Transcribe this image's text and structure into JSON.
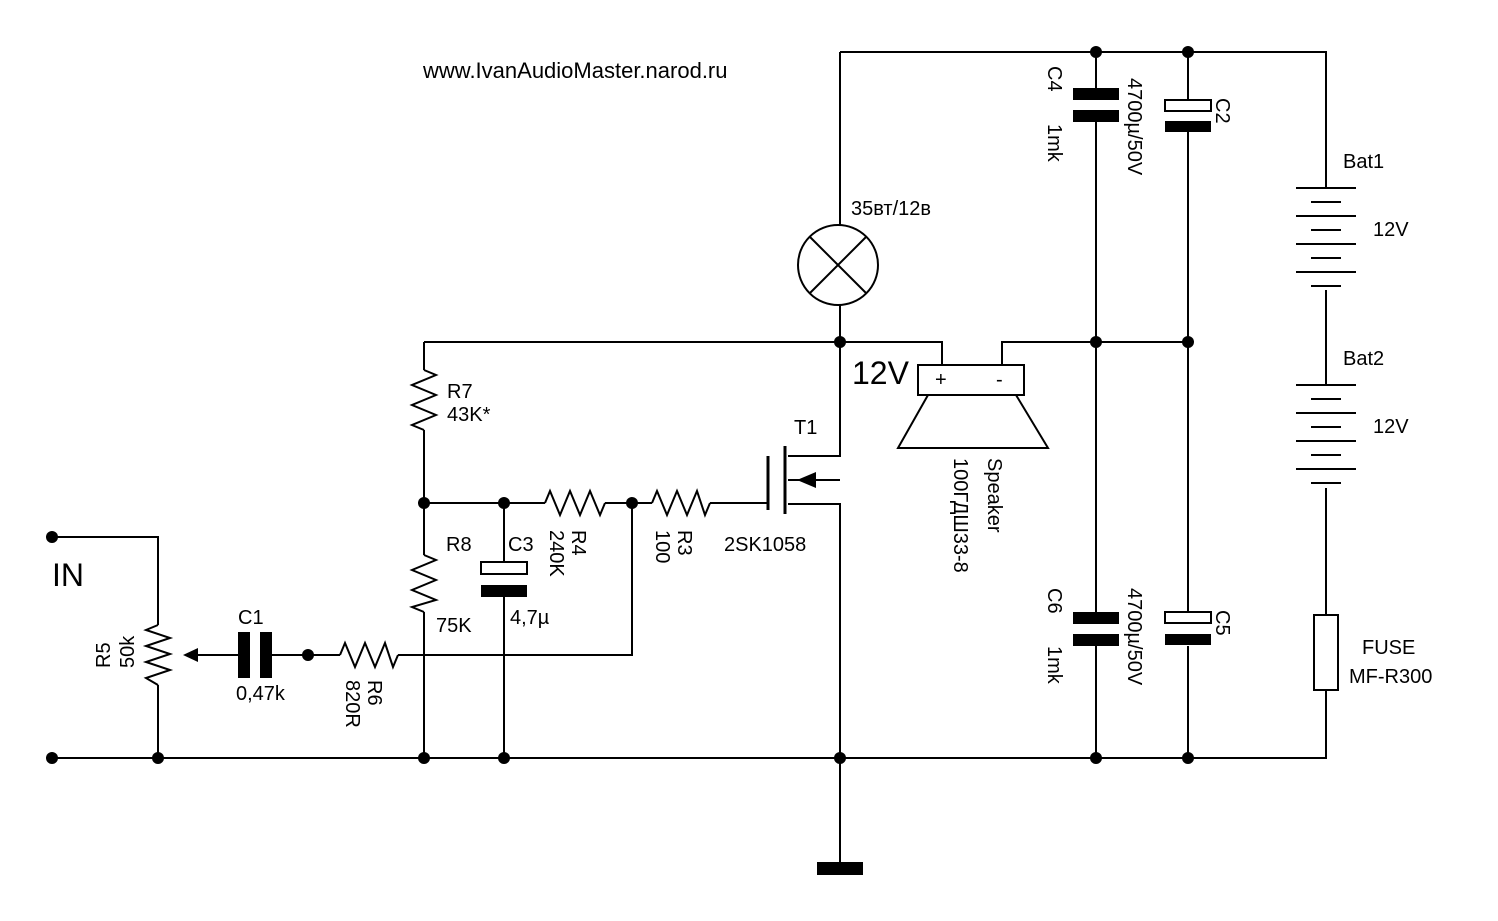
{
  "website": "www.IvanAudioMaster.narod.ru",
  "input_label": "IN",
  "supply_label": "12V",
  "components": {
    "lamp": {
      "value": "35вт/12в"
    },
    "r7": {
      "ref": "R7",
      "value": "43K*"
    },
    "r8": {
      "ref": "R8",
      "value": "75K"
    },
    "r4": {
      "ref": "R4",
      "value": "240K"
    },
    "r3": {
      "ref": "R3",
      "value": "100"
    },
    "r5": {
      "ref": "R5",
      "value": "50k"
    },
    "r6": {
      "ref": "R6",
      "value": "820R"
    },
    "c1": {
      "ref": "C1",
      "value": "0,47k"
    },
    "c3": {
      "ref": "C3",
      "value": "4,7µ"
    },
    "c4": {
      "ref": "C4",
      "value": "1mk"
    },
    "c2": {
      "ref": "C2",
      "value": "4700µ/50V"
    },
    "c6": {
      "ref": "C6",
      "value": "1mk"
    },
    "c5": {
      "ref": "C5",
      "value": "4700µ/50V"
    },
    "t1": {
      "ref": "T1",
      "part": "2SK1058"
    },
    "speaker": {
      "name": "Speaker",
      "model": "100ГДШ33-8",
      "plus": "+",
      "minus": "-"
    },
    "bat1": {
      "ref": "Bat1",
      "value": "12V"
    },
    "bat2": {
      "ref": "Bat2",
      "value": "12V"
    },
    "fuse": {
      "name": "FUSE",
      "part": "MF-R300"
    }
  }
}
